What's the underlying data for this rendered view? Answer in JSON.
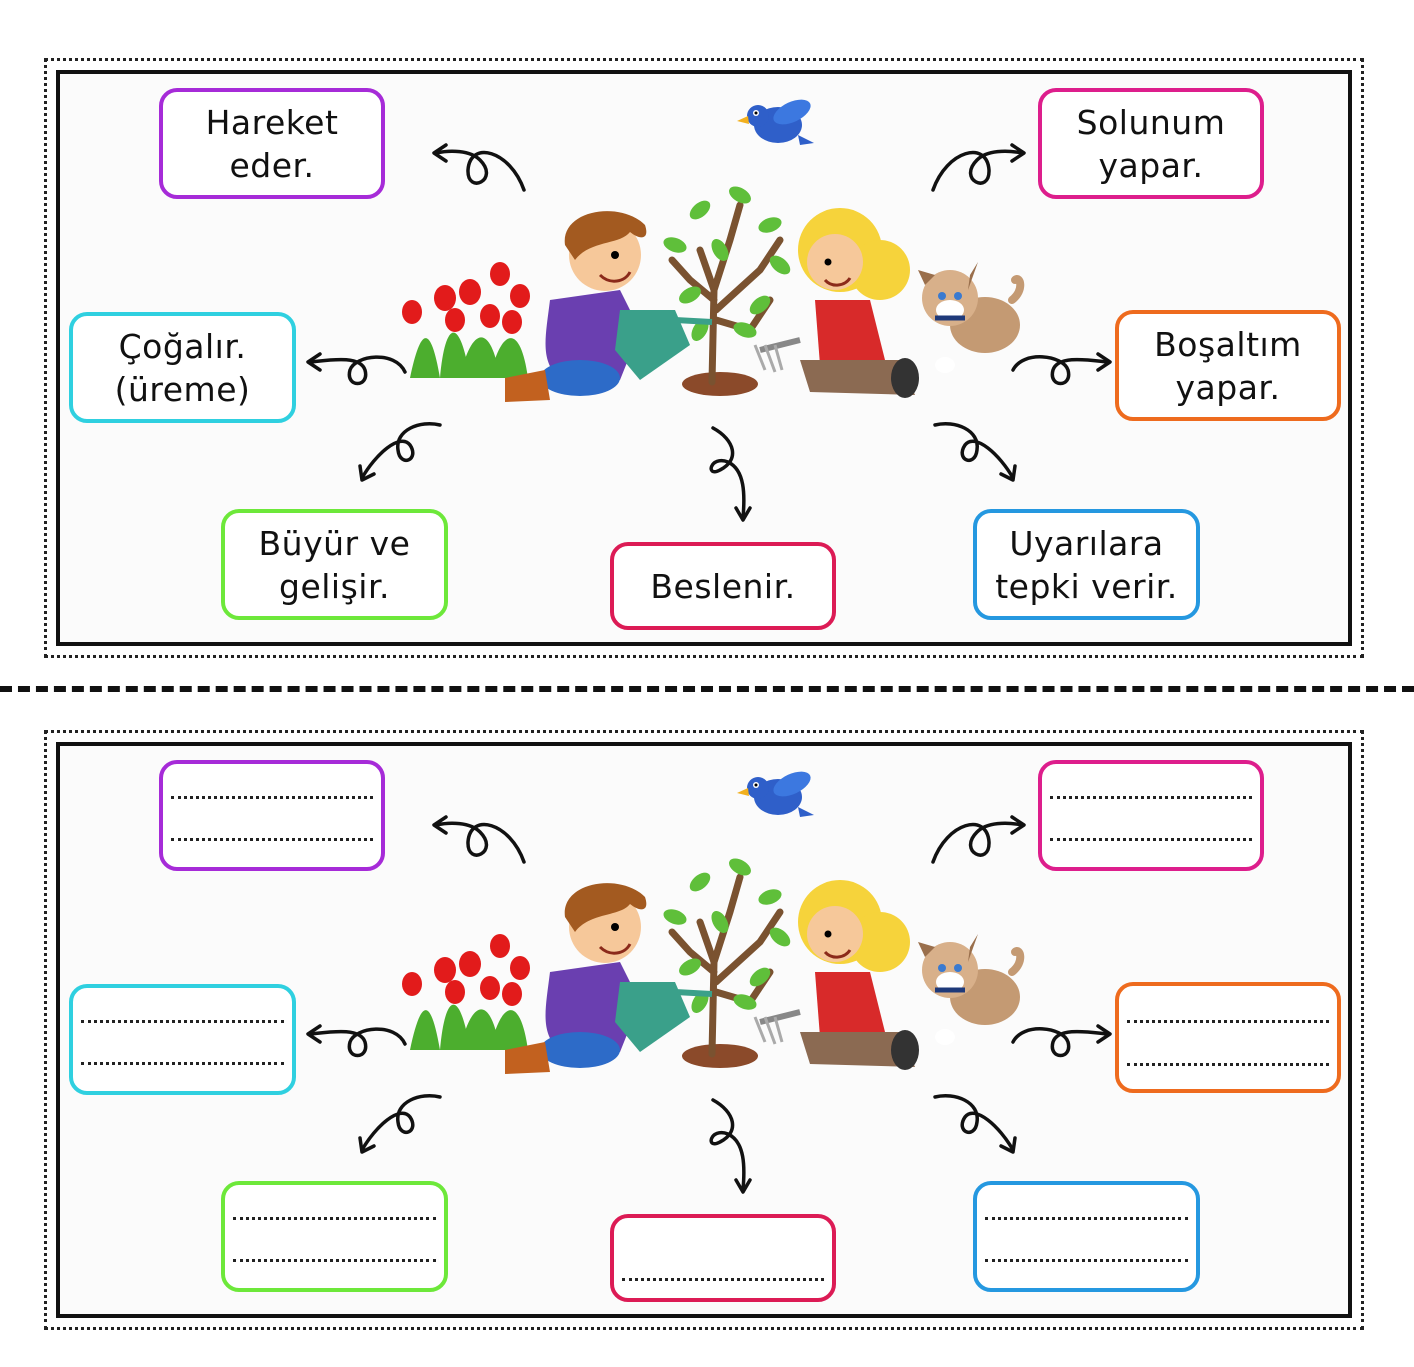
{
  "colors": {
    "purple": "#a62bd8",
    "pink": "#dd1e8c",
    "cyan": "#2fd0e0",
    "orange": "#ee6b1e",
    "green": "#6de83a",
    "crimson": "#dc1b55",
    "blue": "#2598e0"
  },
  "labels": {
    "hareket": "Hareket\neder.",
    "solunum": "Solunum\nyapar.",
    "cogalir": "Çoğalır.\n(üreme)",
    "bosaltim": "Boşaltım\nyapar.",
    "buyur": "Büyür ve\ngelişir.",
    "beslenir": "Beslenir.",
    "uyarilara": "Uyarılara\ntepki verir."
  },
  "illustration_icons": [
    "bird-icon",
    "boy-icon",
    "tree-icon",
    "girl-icon",
    "dog-icon",
    "tulips-icon",
    "watering-can-icon",
    "curly-arrow-icon"
  ]
}
